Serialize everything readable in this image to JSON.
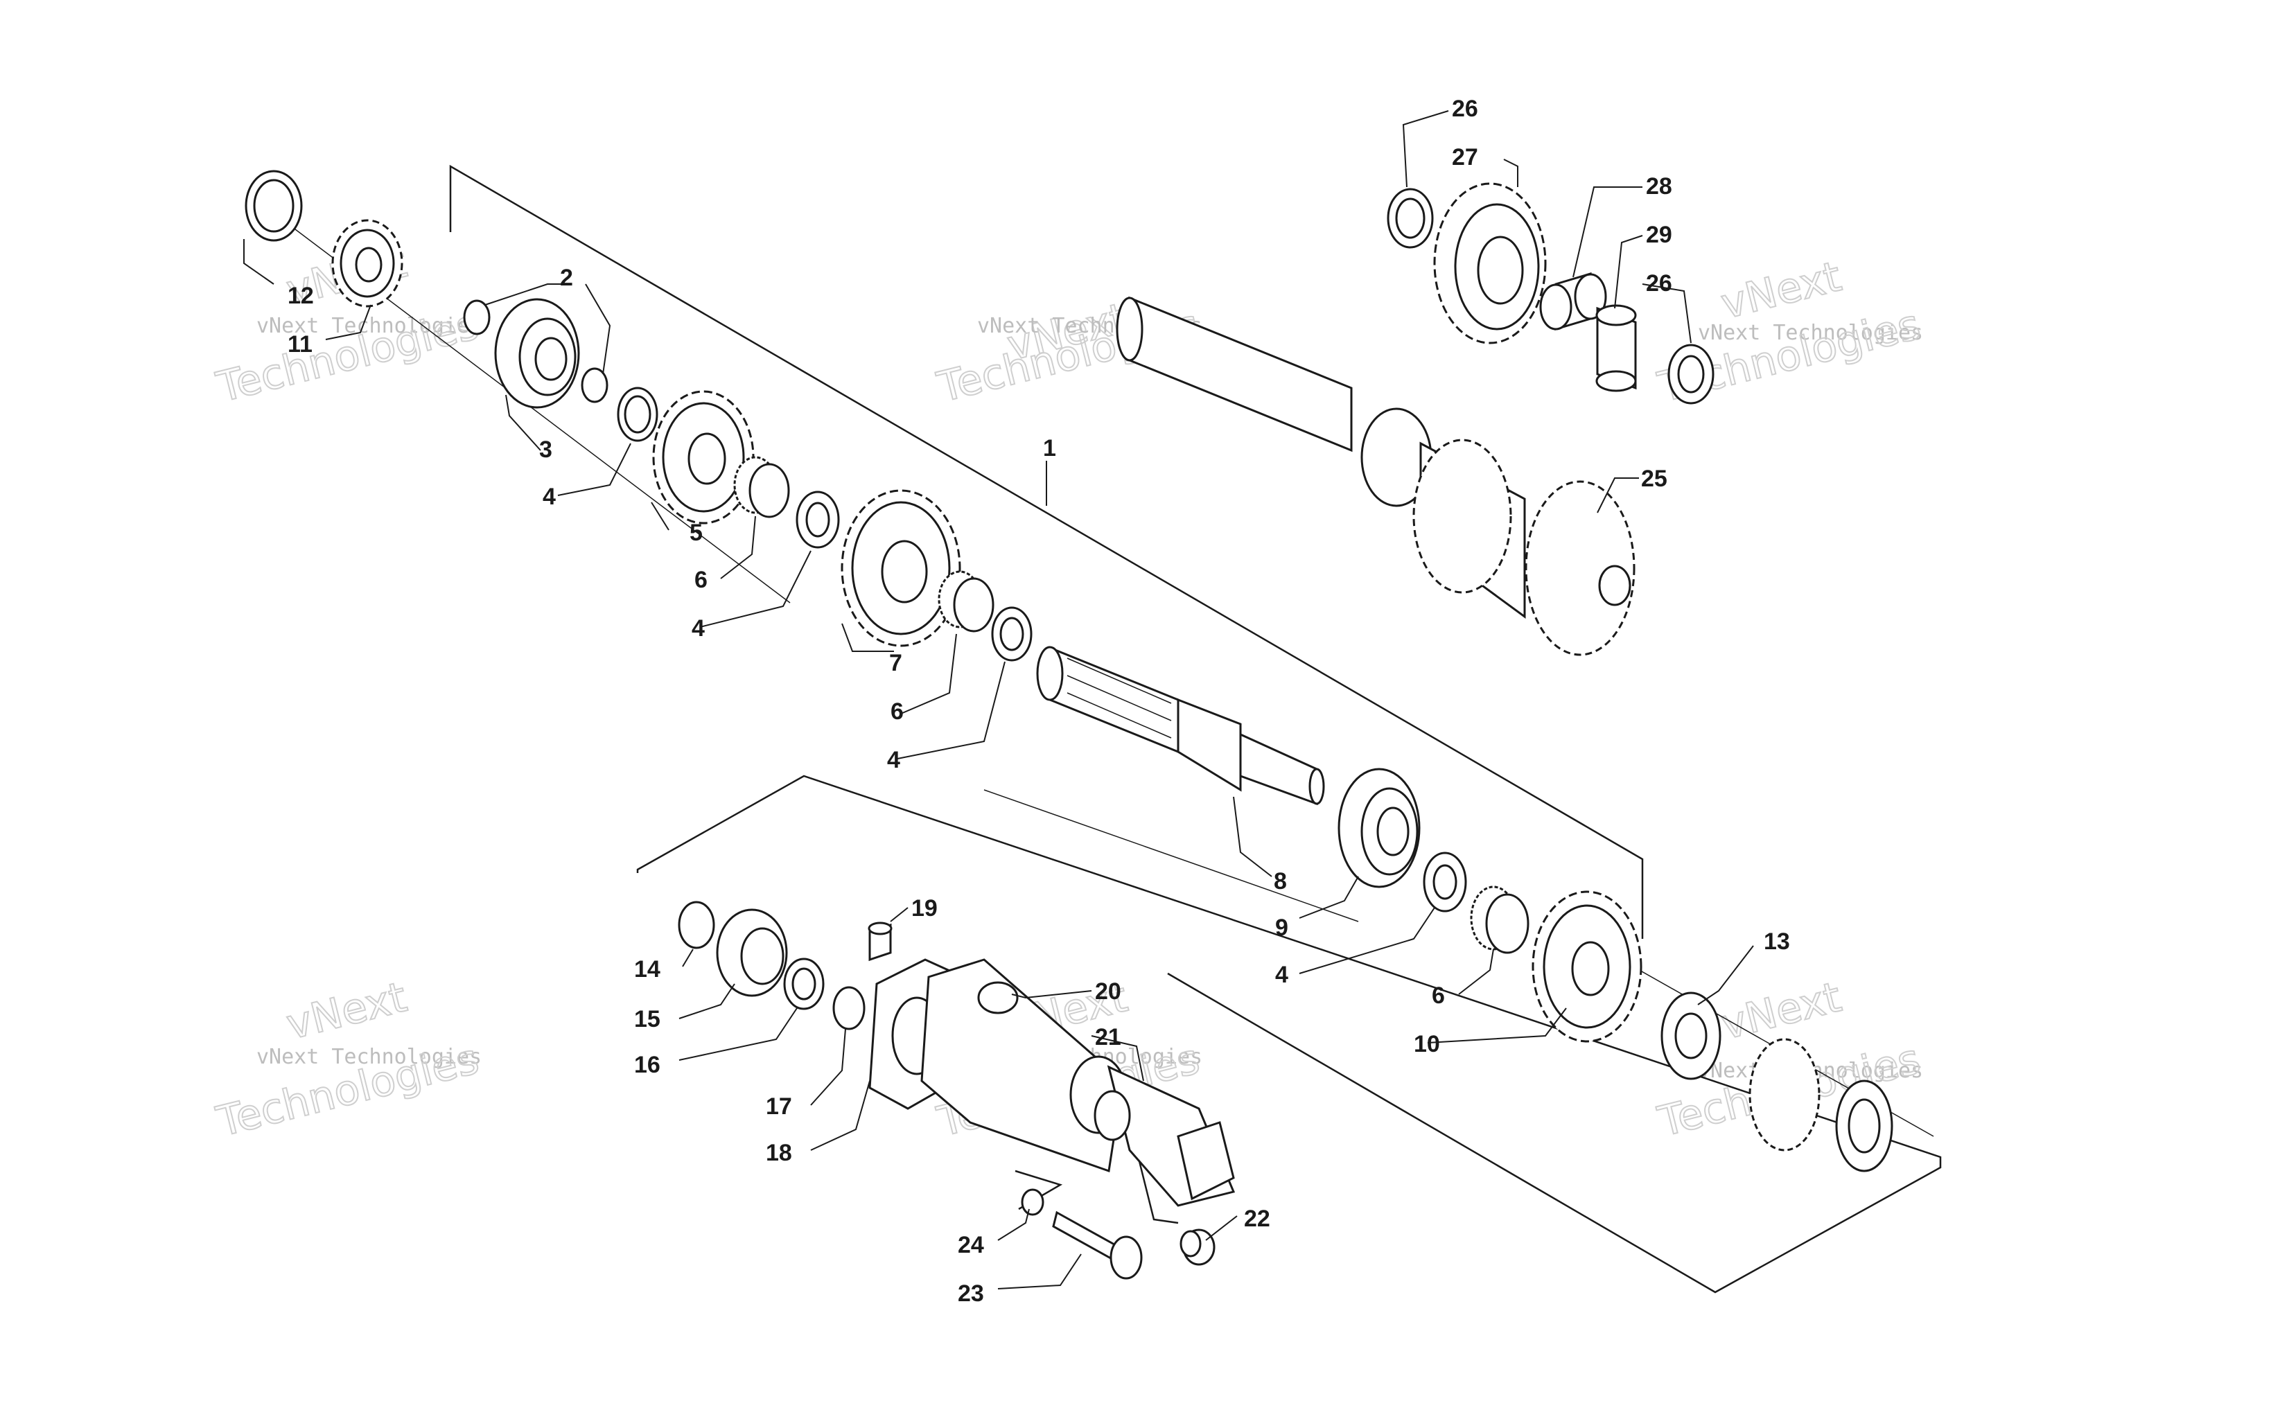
{
  "diagram": {
    "callouts": {
      "c1": "1",
      "c2": "2",
      "c3": "3",
      "c4a": "4",
      "c4b": "4",
      "c4c": "4",
      "c4d": "4",
      "c5": "5",
      "c6a": "6",
      "c6b": "6",
      "c6c": "6",
      "c7": "7",
      "c8": "8",
      "c9": "9",
      "c10": "10",
      "c11": "11",
      "c12": "12",
      "c13": "13",
      "c14": "14",
      "c15": "15",
      "c16": "16",
      "c17": "17",
      "c18": "18",
      "c19": "19",
      "c20": "20",
      "c21": "21",
      "c22": "22",
      "c23": "23",
      "c24": "24",
      "c25": "25",
      "c26a": "26",
      "c26b": "26",
      "c27": "27",
      "c28": "28",
      "c29": "29"
    },
    "watermark": {
      "company": "vNext Technologies",
      "word": "Technologies",
      "brand": "vNext"
    }
  }
}
